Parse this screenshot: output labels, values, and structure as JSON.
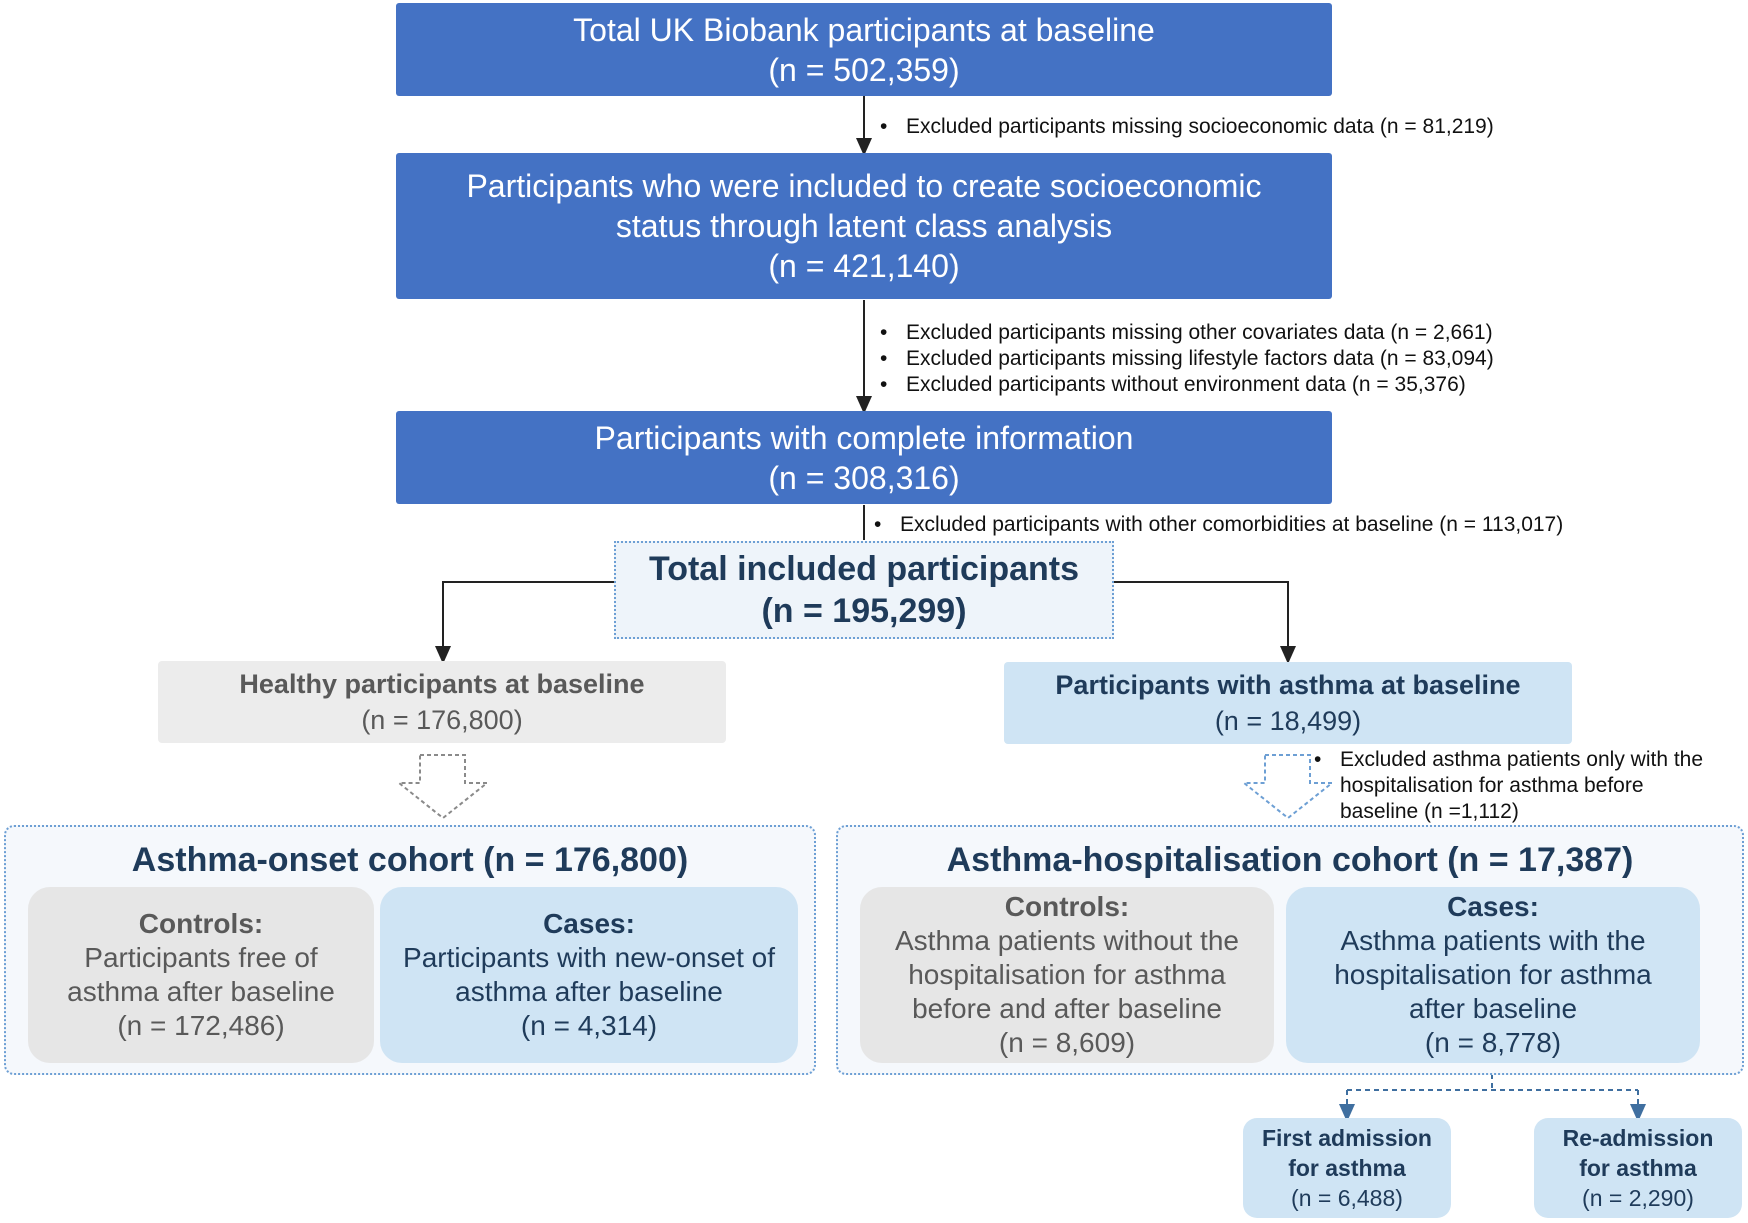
{
  "box1": {
    "line1": "Total UK Biobank participants at baseline",
    "line2": "(n = 502,359)"
  },
  "excl1": [
    "Excluded participants missing socioeconomic data (n = 81,219)"
  ],
  "box2": {
    "line1": "Participants who were included to create socioeconomic",
    "line2": "status through latent class analysis",
    "line3": "(n = 421,140)"
  },
  "excl2": [
    "Excluded participants missing other covariates data (n = 2,661)",
    "Excluded participants missing lifestyle factors data (n = 83,094)",
    "Excluded participants without environment data (n = 35,376)"
  ],
  "box3": {
    "line1": "Participants with complete information",
    "line2": "(n = 308,316)"
  },
  "excl3": [
    "Excluded participants with other comorbidities at baseline (n = 113,017)"
  ],
  "total": {
    "line1": "Total included participants",
    "line2": "(n = 195,299)"
  },
  "healthy": {
    "title": "Healthy participants at baseline",
    "n": "(n = 176,800)"
  },
  "asthma": {
    "title": "Participants with asthma at baseline",
    "n": "(n = 18,499)"
  },
  "excl4": {
    "line1": "Excluded asthma patients only with the",
    "line2": "hospitalisation for asthma before",
    "line3": "baseline (n =1,112)"
  },
  "onset": {
    "title": "Asthma-onset cohort (n = 176,800)",
    "controls": {
      "head": "Controls:",
      "line1": "Participants free of",
      "line2": "asthma after baseline",
      "n": "(n = 172,486)"
    },
    "cases": {
      "head": "Cases:",
      "line1": "Participants with new-onset of",
      "line2": "asthma after baseline",
      "n": "(n = 4,314)"
    }
  },
  "hosp": {
    "title": "Asthma-hospitalisation cohort (n = 17,387)",
    "controls": {
      "head": "Controls:",
      "line1": "Asthma patients without the",
      "line2": "hospitalisation for asthma",
      "line3": "before and after baseline",
      "n": "(n = 8,609)"
    },
    "cases": {
      "head": "Cases:",
      "line1": "Asthma patients with the",
      "line2": "hospitalisation for asthma",
      "line3": "after baseline",
      "n": "(n = 8,778)"
    }
  },
  "first": {
    "line1": "First admission",
    "line2": "for asthma",
    "n": "(n = 6,488)"
  },
  "readm": {
    "line1": "Re-admission",
    "line2": "for asthma",
    "n": "(n = 2,290)"
  },
  "colors": {
    "primary": "#4472c4",
    "light_blue": "#cfe4f4",
    "grey": "#ececec",
    "dark_text": "#1f3b5a"
  }
}
